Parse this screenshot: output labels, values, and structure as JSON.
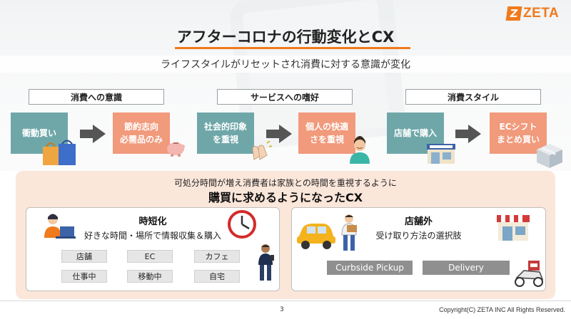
{
  "brand": {
    "logo_mark": "Z",
    "logo_text": "ZETA",
    "color": "#f07a1c"
  },
  "title": "アフターコロナの行動変化とCX",
  "subtitle": "ライフスタイルがリセットされ消費に対する意識が変化",
  "categories": [
    {
      "label": "消費への意識",
      "from": "衝動買い",
      "to": "節約志向\n必需品のみ"
    },
    {
      "label": "サービスへの嗜好",
      "from": "社会的印象\nを重視",
      "to": "個人の快適\nさを重視"
    },
    {
      "label": "消費スタイル",
      "from": "店舗で購入",
      "to": "ECシフト\nまとめ買い"
    }
  ],
  "panel": {
    "subheading": "可処分時間が増え消費者は家族との時間を重視するように",
    "heading": "購買に求めるようになったCX",
    "left_card": {
      "title": "時短化",
      "desc": "好きな時間・場所で情報収集＆購入",
      "chips": [
        "店舗",
        "EC",
        "カフェ",
        "仕事中",
        "移動中",
        "自宅"
      ]
    },
    "right_card": {
      "title": "店舗外",
      "desc": "受け取り方法の選択肢",
      "chips": [
        "Curbside Pickup",
        "Delivery"
      ]
    }
  },
  "footer": {
    "page": "3",
    "copyright": "Copyright(C) ZETA INC All Rights Reserved."
  },
  "colors": {
    "teal": "#6fa7a9",
    "salmon": "#f19a7c",
    "panel_bg": "#fbe6da",
    "arrow": "#555555"
  }
}
